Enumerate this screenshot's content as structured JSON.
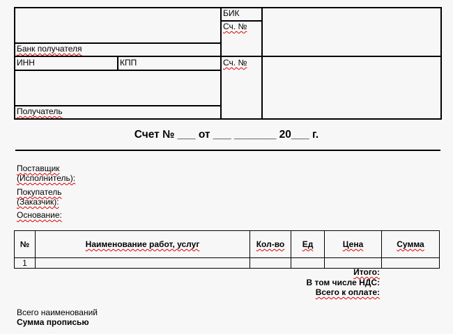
{
  "bank_block": {
    "bik_label": "БИК",
    "account_label_1": "Сч. №",
    "bank_label": "Банк получателя",
    "inn_label": "ИНН",
    "kpp_label": "КПП",
    "account_label_2": "Сч. №",
    "recipient_label": "Получатель"
  },
  "title": "Счет № ___ от ___ _______ 20___ г.",
  "parties": {
    "supplier": [
      "Поставщик",
      "(Исполнитель):"
    ],
    "buyer": [
      "Покупатель",
      "(Заказчик):"
    ],
    "basis": "Основание:"
  },
  "items_table": {
    "headers": [
      "№",
      "Наименование работ, услуг",
      "Кол-во",
      "Ед",
      "Цена",
      "Сумма"
    ],
    "rows": [
      [
        "1",
        "",
        "",
        "",
        "",
        ""
      ]
    ]
  },
  "totals": {
    "total": "Итого:",
    "vat": "В том числе НДС:",
    "to_pay": "Всего к оплате:"
  },
  "footer": {
    "items_count": "Всего наименований",
    "amount_words": "Сумма прописью"
  }
}
